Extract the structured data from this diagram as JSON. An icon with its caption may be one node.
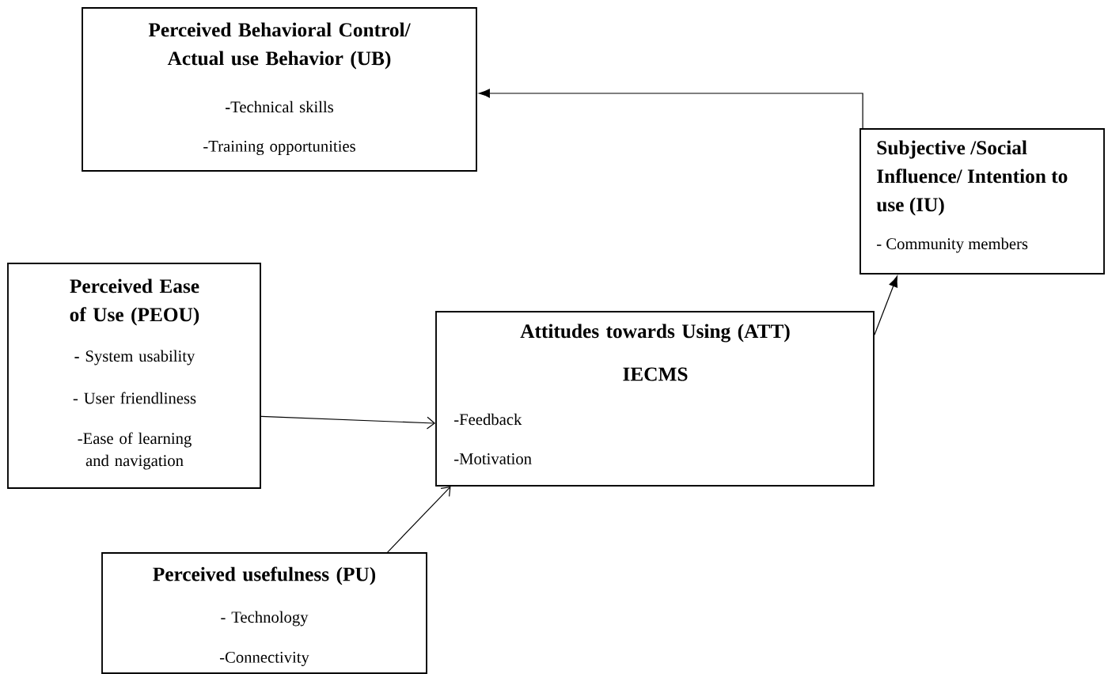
{
  "diagram": {
    "nodes": [
      {
        "text": [
          "Perceived Behavioral Control/ Actual use Behavior (UB)",
          "**-**Technical skills",
          "-Training opportunities"
        ]
      },
      {
        "text": [
          "Subjective /Social Influence/ Intention to use (IU)",
          "- Community members"
        ]
      },
      {
        "text": [
          "Perceived Ease of Use (PEOU)",
          "**-** System usability",
          "- User friendliness",
          "-Ease of learning and navigation"
        ]
      },
      {
        "text": [
          "Attitudes towards Using (ATT)",
          "IECMS",
          "-Feedback",
          "-Motivation"
        ]
      },
      {
        "text": [
          "Perceived usefulness (PU)",
          "- Technology",
          "-Connectivity"
        ]
      }
    ],
    "edges": [
      {
        "from": 1,
        "to": 0,
        "arrow": "to"
      },
      {
        "from": 2,
        "to": 3,
        "arrow": "to"
      },
      {
        "from": 4,
        "to": 3,
        "arrow": "to"
      },
      {
        "from": 3,
        "to": 1,
        "arrow": "to"
      }
    ]
  }
}
